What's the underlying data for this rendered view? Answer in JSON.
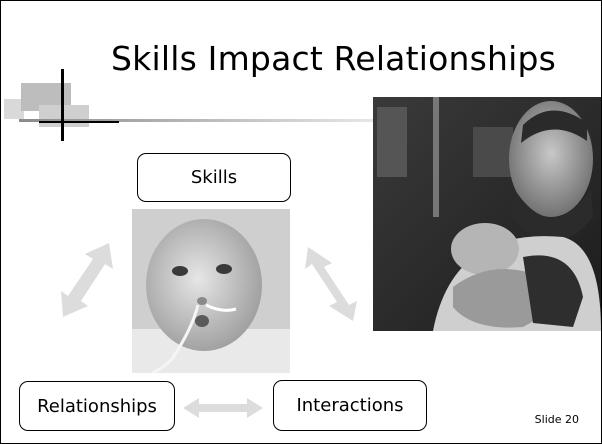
{
  "slide": {
    "title": "Skills Impact Relationships",
    "slide_number": "Slide 20"
  },
  "diagram": {
    "nodes": [
      {
        "id": "skills",
        "label": "Skills"
      },
      {
        "id": "relationships",
        "label": "Relationships"
      },
      {
        "id": "interactions",
        "label": "Interactions"
      }
    ],
    "edges": [
      {
        "from": "skills",
        "to": "relationships",
        "type": "bidirectional"
      },
      {
        "from": "skills",
        "to": "interactions",
        "type": "bidirectional"
      },
      {
        "from": "relationships",
        "to": "interactions",
        "type": "bidirectional"
      }
    ]
  },
  "images": [
    {
      "name": "infant-with-nasal-tube-photo",
      "style": "grayscale"
    },
    {
      "name": "father-holding-infant-photo",
      "style": "grayscale"
    }
  ],
  "colors": {
    "arrow": "#dcdcdc",
    "decoration": "#c8c8c8",
    "rule": "#b0b0b0"
  }
}
